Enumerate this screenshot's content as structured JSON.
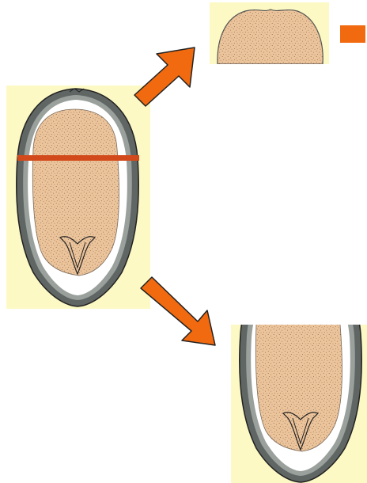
{
  "colors": {
    "panel": "#fdf9c4",
    "endosperm": "#ecc49c",
    "stipple": "#8a6a4a",
    "coat": "#5f6664",
    "coat_inner": "#9aa09c",
    "space": "#ffffff",
    "arrow": "#f26a0f",
    "cut_line": "#d24a1c",
    "legend_swatch": "#f26a0f",
    "outline": "#222222"
  },
  "figures": [
    {
      "name": "whole-seed",
      "label": ""
    },
    {
      "name": "upper-half",
      "label": ""
    },
    {
      "name": "lower-half",
      "label": ""
    }
  ],
  "arrows": [
    {
      "name": "arrow-to-upper-half"
    },
    {
      "name": "arrow-to-lower-half"
    }
  ],
  "legend": {
    "swatch_icon": "orange-square-icon",
    "text": ""
  }
}
